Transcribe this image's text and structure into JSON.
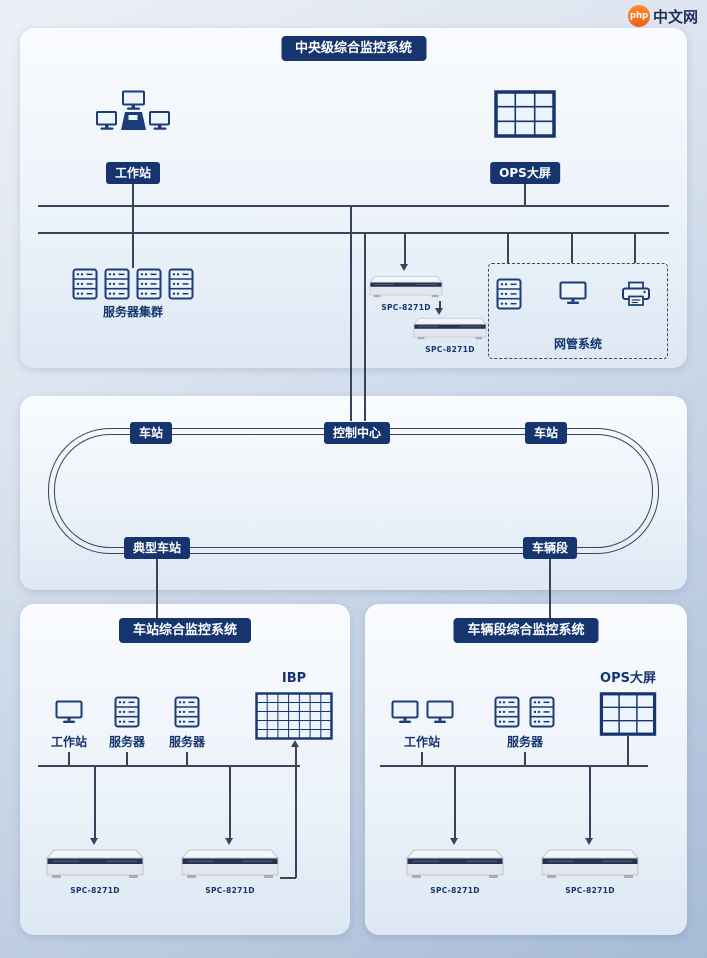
{
  "logo": {
    "badge": "php",
    "text": "中文网"
  },
  "central": {
    "title": "中央级综合监控系统",
    "workstation": "工作站",
    "ops": "OPS大屏",
    "servers": "服务器集群",
    "spc_top": "SPC-8271D",
    "spc_bottom": "SPC-8271D",
    "nms": "网管系统"
  },
  "ring": {
    "station_left": "车站",
    "control_center": "控制中心",
    "station_right": "车站",
    "typical_station": "典型车站",
    "depot": "车辆段"
  },
  "station_panel": {
    "title": "车站综合监控系统",
    "workstation": "工作站",
    "server1": "服务器",
    "server2": "服务器",
    "ibp": "IBP",
    "spc1": "SPC-8271D",
    "spc2": "SPC-8271D"
  },
  "depot_panel": {
    "title": "车辆段综合监控系统",
    "workstation": "工作站",
    "server": "服务器",
    "ops": "OPS大屏",
    "spc1": "SPC-8271D",
    "spc2": "SPC-8271D"
  },
  "colors": {
    "navy": "#16356e",
    "line": "#39445c",
    "logo_orange": "#ee5f1c"
  }
}
